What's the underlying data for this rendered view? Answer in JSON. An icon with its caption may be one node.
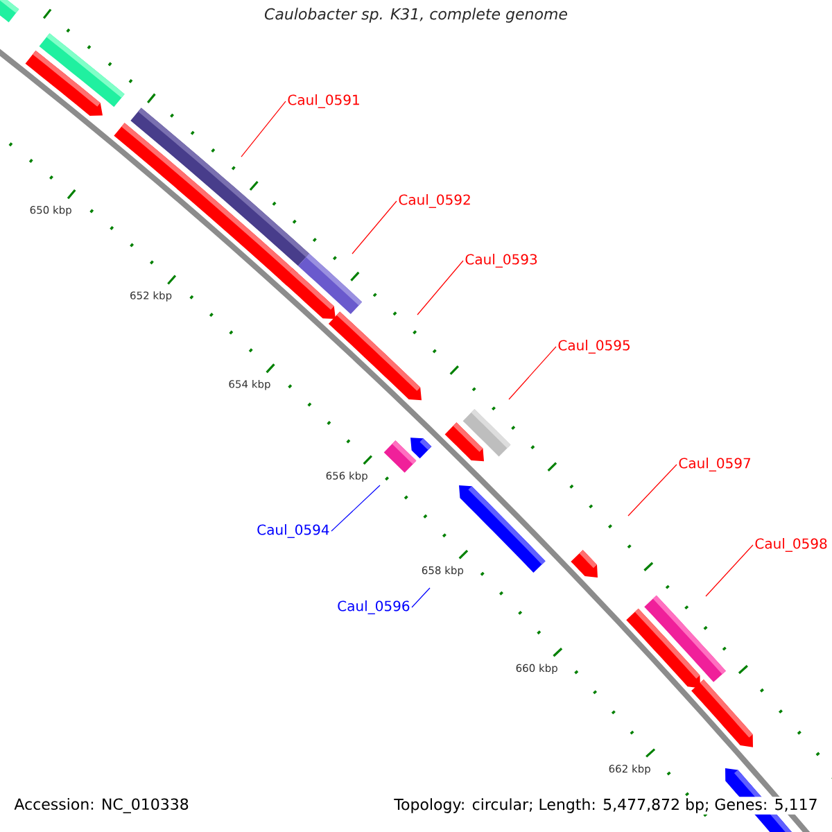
{
  "diagram": {
    "title": "Caulobacter sp. K31, complete genome",
    "nodes": [
      {
        "text": [
          "Caul_0591"
        ]
      },
      {
        "text": [
          "Caul_0592"
        ]
      },
      {
        "text": [
          "Caul_0593"
        ]
      },
      {
        "text": [
          "Caul_0595"
        ]
      },
      {
        "text": [
          "Caul_0597"
        ]
      },
      {
        "text": [
          "Caul_0594"
        ]
      },
      {
        "text": [
          "Caul_0598"
        ]
      },
      {
        "text": [
          "Caul_0596"
        ]
      }
    ],
    "edges": [
      {
        "from": 0,
        "to": null,
        "arrow": "none"
      },
      {
        "from": 1,
        "to": null,
        "arrow": "none"
      },
      {
        "from": 2,
        "to": null,
        "arrow": "none"
      },
      {
        "from": 3,
        "to": null,
        "arrow": "none"
      },
      {
        "from": 4,
        "to": null,
        "arrow": "none"
      },
      {
        "from": 5,
        "to": null,
        "arrow": "none",
        "color": "#0000ff"
      },
      {
        "from": 6,
        "to": null,
        "arrow": "none"
      },
      {
        "from": 7,
        "to": null,
        "arrow": "none",
        "color": "#0000ff"
      }
    ],
    "labels": [
      "650 kbp",
      "652 kbp",
      "654 kbp",
      "656 kbp",
      "658 kbp",
      "660 kbp",
      "662 kbp",
      "Accession: NC_010338",
      "Topology: circular; Length: 5,477,872 bp; Genes: 5,117"
    ]
  }
}
